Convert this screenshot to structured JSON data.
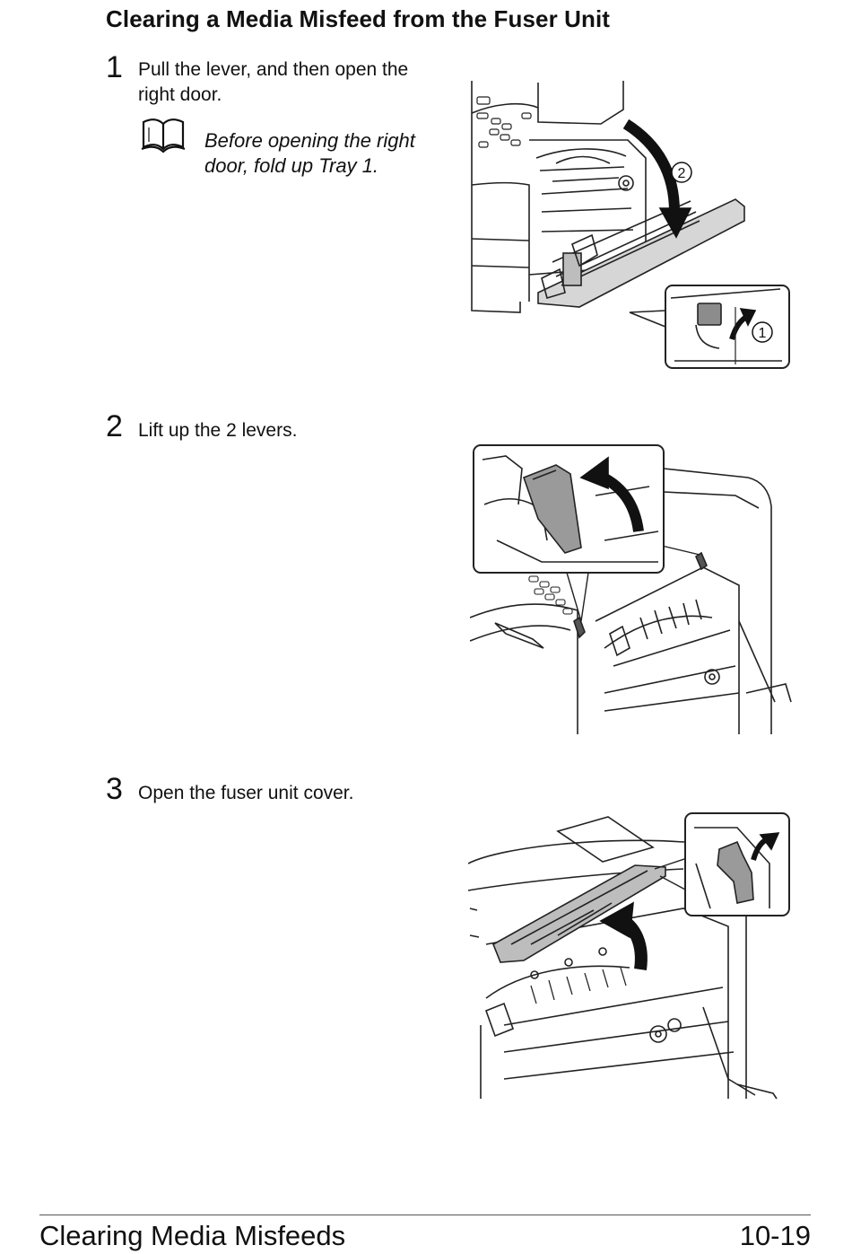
{
  "page": {
    "title": "Clearing a Media Misfeed from the Fuser Unit"
  },
  "steps": [
    {
      "number": "1",
      "text_line1": "Pull the lever, and then open the",
      "text_line2": "right door."
    },
    {
      "number": "2",
      "text": "Lift up the 2 levers."
    },
    {
      "number": "3",
      "text": "Open the fuser unit cover."
    }
  ],
  "note": {
    "icon": "book-icon",
    "line1": "Before opening the right",
    "line2": "door, fold up Tray 1."
  },
  "illustrations": {
    "step1": {
      "callout_1": "1",
      "callout_2": "2"
    }
  },
  "footer": {
    "section": "Clearing Media Misfeeds",
    "page_number": "10-19"
  },
  "colors": {
    "text": "#111111",
    "line_art": "#222222",
    "part_gray": "#9a9a9a",
    "arrow": "#111111"
  }
}
